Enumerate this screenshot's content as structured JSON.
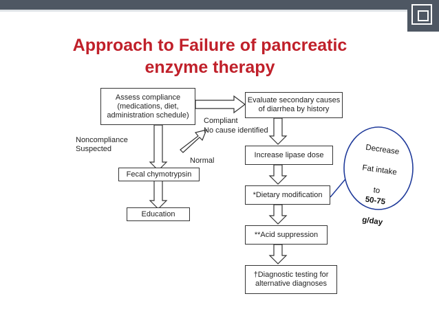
{
  "slide": {
    "title": "Approach to Failure of pancreatic\nenzyme therapy"
  },
  "flowchart": {
    "boxes": {
      "assess": "Assess compliance (medications, diet, administration schedule)",
      "fecal": "Fecal chymotrypsin",
      "education": "Education",
      "evaluate": "Evaluate secondary causes of diarrhea by history",
      "increase": "Increase lipase dose",
      "dietary": "*Dietary modification",
      "acid": "**Acid suppression",
      "diagnostic": "†Diagnostic testing for alternative diagnoses"
    },
    "labels": {
      "noncompliance": "Noncompliance\nSuspected",
      "compliant": "Compliant",
      "no_cause": "No cause identified",
      "normal": "Normal"
    }
  },
  "callout": {
    "line1": "Decrease",
    "line2": "Fat intake",
    "line3": "to",
    "line4": "50-75",
    "line5": "g/day"
  },
  "colors": {
    "title": "#c0202a",
    "bar": "#4e5763",
    "callout_border": "#1f3a9a"
  }
}
